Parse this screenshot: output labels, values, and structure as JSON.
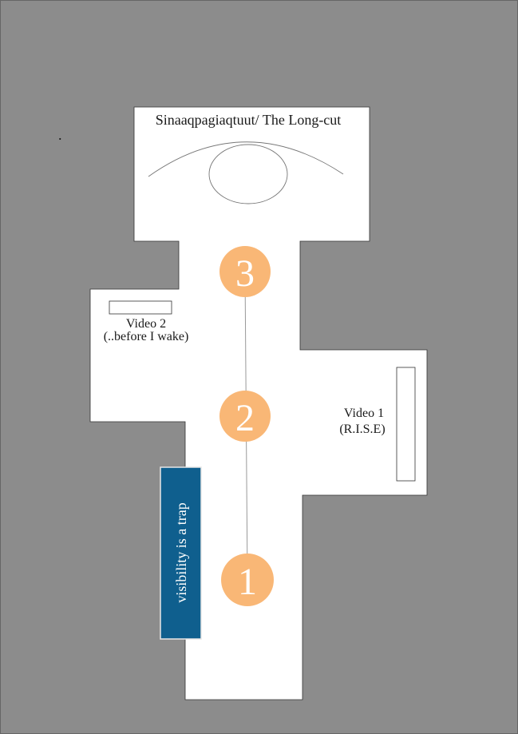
{
  "colors": {
    "background": "#8c8c8c",
    "floor": "#ffffff",
    "marker": "#f9b776",
    "banner": "#0f5f8e"
  },
  "title": "Sinaaqpagiaqtuut/ The Long-cut",
  "dot": ".",
  "video2": {
    "line1": "Video 2",
    "line2": "(..before I wake)"
  },
  "video1": {
    "line1": "Video 1",
    "line2": "(R.I.S.E)"
  },
  "banner": "visibility is a trap",
  "stations": [
    "1",
    "2",
    "3"
  ]
}
